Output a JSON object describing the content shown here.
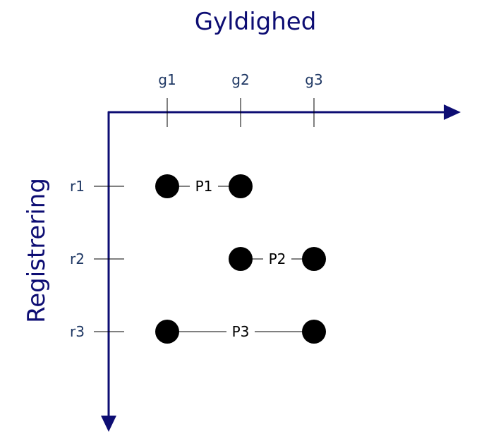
{
  "title": "Gyldighed",
  "y_label": "Registrering",
  "x_ticks": [
    "g1",
    "g2",
    "g3"
  ],
  "y_ticks": [
    "r1",
    "r2",
    "r3"
  ],
  "periods": [
    {
      "label": "P1",
      "row": "r1",
      "start": "g1",
      "end": "g2"
    },
    {
      "label": "P2",
      "row": "r2",
      "start": "g2",
      "end": "g3"
    },
    {
      "label": "P3",
      "row": "r3",
      "start": "g1",
      "end": "g3"
    }
  ],
  "colors": {
    "axis": "#0d0d73",
    "label": "#1f3864",
    "dot": "#000000",
    "line": "#000000"
  }
}
